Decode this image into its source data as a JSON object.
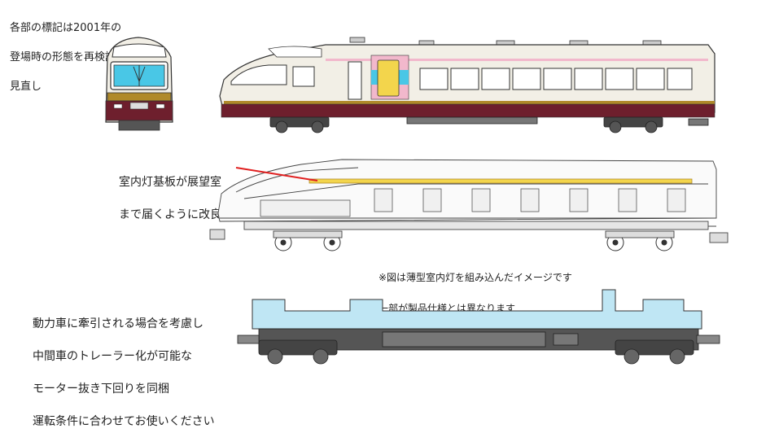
{
  "notes": {
    "top_left": [
      "各部の標記は2001年の",
      "登場時の形態を再検証し",
      "見直し"
    ],
    "middle_label": [
      "室内灯基板が展望室",
      "まで届くように改良"
    ],
    "image_note": [
      "※図は薄型室内灯を組み込んだイメージです",
      "一部が製品仕様とは異なります"
    ],
    "bottom_left": [
      "動力車に牽引される場合を考慮し",
      "中間車のトレーラー化が可能な",
      "モーター抜き下回りを同梱",
      "運転条件に合わせてお使いください"
    ]
  },
  "colors": {
    "body_cream": "#f2efe6",
    "maroon": "#6e1f2d",
    "gold": "#b08a2a",
    "pink": "#f2b8cc",
    "cyan": "#49c7e6",
    "yellow": "#f3d54c",
    "lightblue": "#bfe6f4",
    "leader_red": "#e02020"
  }
}
